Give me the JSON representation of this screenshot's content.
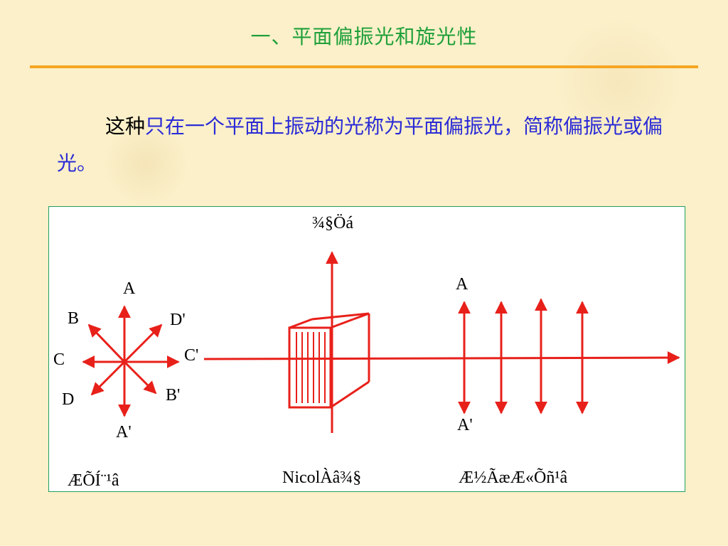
{
  "slide": {
    "title": "一、平面偏振光和旋光性",
    "paragraph_lead": "这种",
    "paragraph_body": "只在一个平面上振动的光称为平面偏振光，简称偏振光或偏光。"
  },
  "figure": {
    "crystal_label": "¾§Öá",
    "natural_light_labels": {
      "A": "A",
      "A_prime": "A'",
      "B": "B",
      "B_prime": "B'",
      "C": "C",
      "C_prime": "C'",
      "D": "D",
      "D_prime": "D'"
    },
    "polarized_labels": {
      "A": "A",
      "A_prime": "A'"
    },
    "caption_left": "ÆÕÍ¨¹â",
    "caption_middle": "NicolÀâ¾§",
    "caption_right": "Æ½ÃæÆ«Õñ¹â",
    "colors": {
      "arrows": "#e8201a",
      "border": "#1fa060"
    }
  }
}
